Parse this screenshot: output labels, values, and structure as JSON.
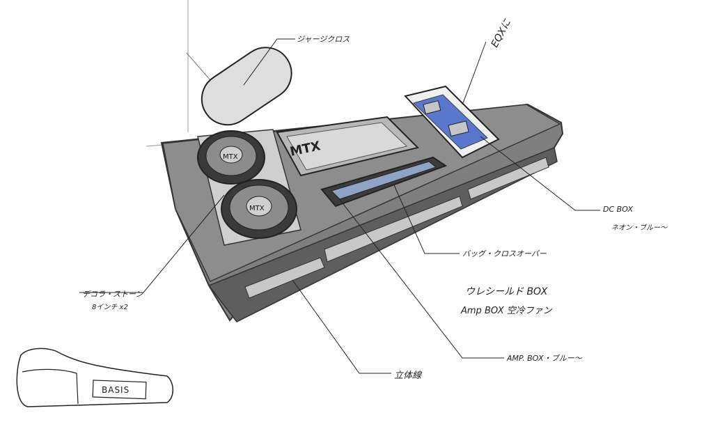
{
  "annotations": {
    "jersey_cloth": "ジャージクロス",
    "eqx": "EQXに",
    "dc_box": "DC BOX",
    "dc_box_color": "ネオン・ブルー～",
    "back_cloth_over": "バッグ・クロスオーバー",
    "shield_box": "ウレシールド BOX",
    "amp_box_note": "Amp BOX 空冷ファン",
    "deco_stone": "デコラ・ストーン",
    "deco_stone_sub": "8インチ x2",
    "amp_box_blue": "AMP. BOX・ブルー～",
    "three_d": "立体線",
    "badge_text": "BASIS"
  },
  "device": {
    "speaker_logo": "MTX",
    "amp_logo": "MTX"
  },
  "colors": {
    "ink": "#222222",
    "body": "#8a8a8a",
    "panel": "#6f6f6f",
    "neon_blue": "#4a6fd6",
    "cloth": "#d9d9d9"
  }
}
